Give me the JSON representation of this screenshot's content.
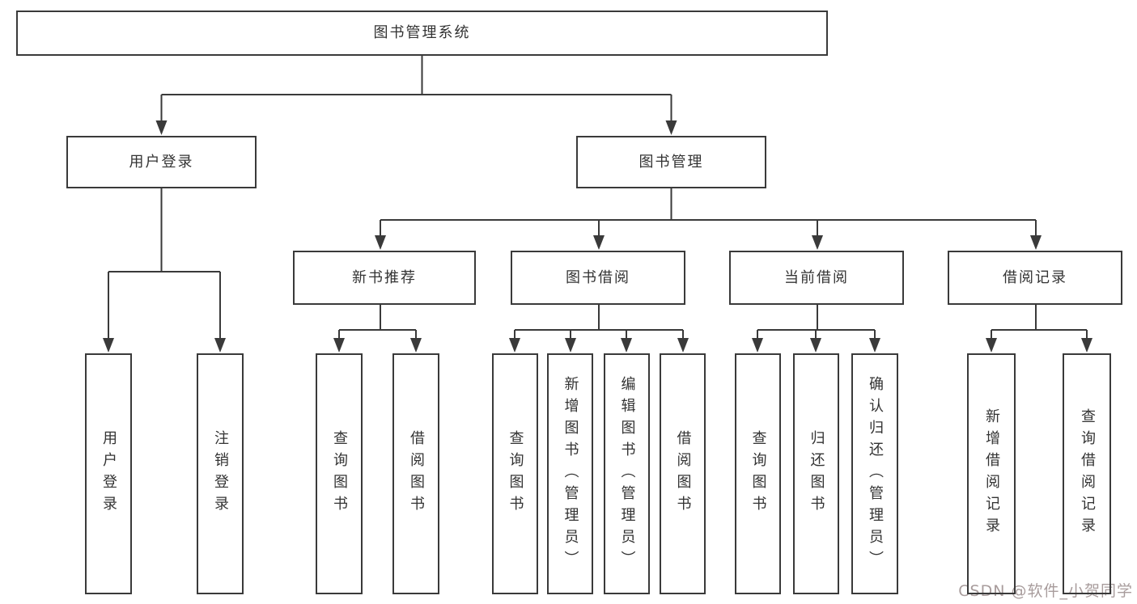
{
  "tree": {
    "root": {
      "label": "图书管理系统"
    },
    "branches": [
      {
        "label": "用户登录",
        "leaves": [
          {
            "label": "用户登录"
          },
          {
            "label": "注销登录"
          }
        ]
      },
      {
        "label": "图书管理",
        "groups": [
          {
            "label": "新书推荐",
            "leaves": [
              {
                "label": "查询图书"
              },
              {
                "label": "借阅图书"
              }
            ]
          },
          {
            "label": "图书借阅",
            "leaves": [
              {
                "label": "查询图书"
              },
              {
                "label": "新增图书（管理员）"
              },
              {
                "label": "编辑图书（管理员）"
              },
              {
                "label": "借阅图书"
              }
            ]
          },
          {
            "label": "当前借阅",
            "leaves": [
              {
                "label": "查询图书"
              },
              {
                "label": "归还图书"
              },
              {
                "label": "确认归还（管理员）"
              }
            ]
          },
          {
            "label": "借阅记录",
            "leaves": [
              {
                "label": "新增借阅记录"
              },
              {
                "label": "查询借阅记录"
              }
            ]
          }
        ]
      }
    ]
  },
  "watermark": {
    "text": "CSDN @软件_小贺同学"
  },
  "colors": {
    "line": "#3a3a3a",
    "text": "#333333",
    "watermark": "#a89c9c",
    "background": "#ffffff"
  }
}
